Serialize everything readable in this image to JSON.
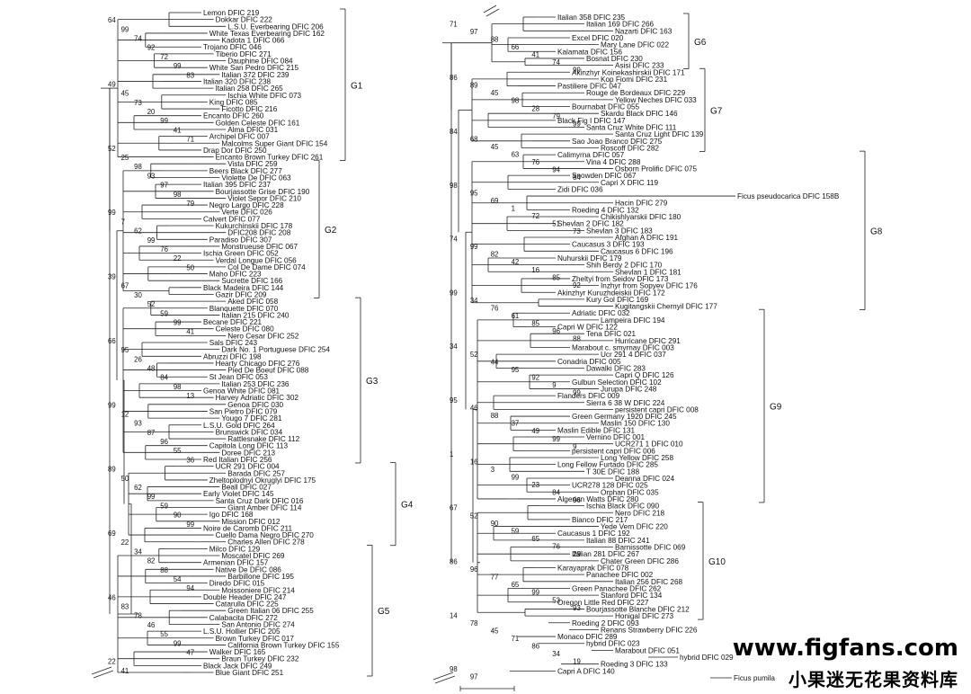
{
  "watermark": {
    "site": "www.figfans.com",
    "brand": "小果迷无花果资料库"
  },
  "tree": {
    "panels": [
      {
        "taxa": [
          "Lemon DFIC 219",
          "Dokkar DFIC 222",
          "L.S.U. Everbearing DFIC 206",
          "White Texas Everbearing DFIC 162",
          "Kadota 1 DFIC 066",
          "Trojano DFIC 046",
          "Tiberio DFIC 271",
          "Dauphine DFIC 084",
          "White San Pedro DFIC 215",
          "Italian 372 DFIC 239",
          "Italian 320 DFIC 238",
          "Italian 258 DFIC 265",
          "Ischia White DFIC 073",
          "King DFIC 085",
          "Ficotto DFIC 216",
          "Encanto DFIC 260",
          "Golden Celeste DFIC 161",
          "Alma DFIC 031",
          "Archipel DFIC 007",
          "Malcolms Super Giant DFIC 154",
          "Drap Dor DFIC 250",
          "Encanto Brown Turkey DFIC 261",
          "Vista DFIC 259",
          "Beers Black DFIC 277",
          "Violette De DFIC 063",
          "Italian 395 DFIC 237",
          "Bourjassotte Grise DFIC 190",
          "Violet Sepor DFIC 210",
          "Negro Largo DFIC 228",
          "Verte DFIC 026",
          "Calvert DFIC 077",
          "Kukurchinskii DFIC 178",
          "DFIC208 DFIC 208",
          "Paradiso DFIC 307",
          "Monstrueuse DFIC 067",
          "Ischia Green DFIC 052",
          "Verdal Longue DFIC 056",
          "Col De Dame DFIC 074",
          "Maho DFIC 223",
          "Sucrette DFIC 166",
          "Black Madeira DFIC 144",
          "Gazir DFIC 209",
          "Aked DFIC 058",
          "Blanquette DFIC 070",
          "Italian 215 DFIC 240",
          "Becane DFIC 221",
          "Celeste DFIC 080",
          "Nero Cesar DFIC 252",
          "Sals DFIC 243",
          "Dark No. 1 Portuguese DFIC 254",
          "Abruzzi DFIC 198",
          "Hearty Chicago DFIC 276",
          "Pied De Boeuf DFIC 088",
          "St Jean DFIC 053",
          "Italian 253 DFIC 236",
          "Genoa White DFIC 081",
          "Harvey Adriatic DFIC 302",
          "Genoa DFIC 030",
          "San Pietro DFIC 079",
          "Yougo 7 DFIC 281",
          "L.S.U. Gold DFIC 264",
          "Brunswick DFIC 034",
          "Rattlesnake DFIC 112",
          "Capitola Long DFIC 113",
          "Doree DFIC 213",
          "Red Italian DFIC 256",
          "UCR 291 DFIC 004",
          "Barada DFIC 257",
          "Zheltoplodnyi Okruglyi DFIC 175",
          "Beall DFIC 027",
          "Early Violet DFIC 145",
          "Santa Cruz Dark DFIC 016",
          "Giant Amber DFIC 114",
          "Igo DFIC 168",
          "Mission DFIC 012",
          "Noire de Caromb DFIC 211",
          "Cuello Dama Negro DFIC 270",
          "Charles Allen DFIC 278",
          "Milco DFIC 129",
          "Moscatel DFIC 269",
          "Armenian DFIC 157",
          "Native De DFIC 086",
          "Barbillone DFIC 195",
          "Diredo DFIC 015",
          "Moissoniere DFIC 214",
          "Double Header DFIC 247",
          "Catarulla DFIC 225",
          "Green Italian 06 DFIC 255",
          "Calabacita DFIC 272",
          "San Antonio DFIC 274",
          "L.S.U. Hollier DFIC 205",
          "Brown Turkey DFIC 017",
          "California Brown Turkey DFIC 155",
          "Walker DFIC 165",
          "Braun Turkey DFIC 232",
          "Black Jack DFIC 249",
          "Blue Giant DFIC 251"
        ],
        "groups": [
          {
            "label": "G1",
            "from": 0,
            "to": 21
          },
          {
            "label": "G2",
            "from": 22,
            "to": 41
          },
          {
            "label": "G3",
            "from": 42,
            "to": 65
          },
          {
            "label": "G4",
            "from": 66,
            "to": 77
          },
          {
            "label": "G5",
            "from": 78,
            "to": 96
          }
        ],
        "bootstrap": [
          "64",
          "99",
          "74",
          "92",
          "72",
          "99",
          "83",
          "49",
          "45",
          "73",
          "20",
          "99",
          "41",
          "71",
          "52",
          "25",
          "98",
          "93",
          "97",
          "98",
          "79",
          "99",
          "7",
          "62",
          "99",
          "76",
          "22",
          "50",
          "39",
          "67",
          "30",
          "52",
          "59",
          "99",
          "41",
          "66",
          "95",
          "26",
          "48",
          "84",
          "98",
          "13",
          "99",
          "12",
          "93",
          "87",
          "96",
          "55",
          "36",
          "89",
          "50",
          "62",
          "99",
          "59",
          "90",
          "99",
          "69",
          "22",
          "34",
          "82",
          "88",
          "54",
          "94",
          "46",
          "83",
          "78",
          "46",
          "55",
          "99",
          "47",
          "22",
          "41"
        ]
      },
      {
        "taxa": [
          "Italian 358 DFIC 235",
          "Italian 169 DFIC 266",
          "Nazarti DFIC 163",
          "Excel DFIC 020",
          "Mary Lane DFIC 022",
          "Kalamata DFIC 156",
          "Bosnat DFIC 230",
          "Asisi DFIC 233",
          "Akinzhyr Koinekashirskii DFIC 171",
          "Kop Fiomi DFIC 231",
          "Pastiliere DFIC 047",
          "Rouge de Bordeaux DFIC 229",
          "Yellow Neches DFIC 033",
          "Bournabat DFIC 055",
          "Skardu Black DFIC 146",
          "Black Fig I DFIC 147",
          "Santa Cruz White DFIC 111",
          "Santa Cruz Light DFIC 139",
          "Sao Joao Branco DFIC 275",
          "Roscoff DFIC 282",
          "Calimyrna DFIC 057",
          "Vina 4 DFIC 288",
          "Osborn Prolific DFIC 075",
          "Snowden DFIC 067",
          "Capri X DFIC 119",
          "Zidi DFIC 036",
          "Ficus pseudocarica DFIC 158B",
          "Hacin DFIC 279",
          "Roeding 4 DFIC 132",
          "Chikishlyarskii DFIC 180",
          "Shevlan 2 DFIC 182",
          "Shevlan 3 DFIC 183",
          "Afghan A DFIC 191",
          "Caucasus 3 DFIC 193",
          "Caucasus 6 DFIC 196",
          "Nuhurskii DFIC 179",
          "Shih Berdy 2 DFIC 170",
          "Shevlan 1 DFIC 181",
          "Zheltyi from Seidov DFIC 173",
          "Inzhyr from Sopyev DFIC 176",
          "Akinzhyr Kuruzhdeiskii DFIC 172",
          "Kury Gol DFIC 169",
          "Kugitangskii Chernyil DFIC 177",
          "Adriatic DFIC 032",
          "Lampeira DFIC 194",
          "Capri W DFIC 122",
          "Tena DFIC 021",
          "Hurricane DFIC 291",
          "Marabout c. smyrnay DFIC 003",
          "Ucr 291 4 DFIC 037",
          "Conadria DFIC 005",
          "Dawalki DFIC 283",
          "Capri Q DFIC 126",
          "Gulbun Selection DFIC 102",
          "Jurupa DFIC 248",
          "Flanders DFIC 009",
          "Sierra 6 38 W DFIC 224",
          "persistent capri DFIC 008",
          "Green Germany 1920 DFIC 245",
          "Maslin 150 DFIC 130",
          "Maslin Edible DFIC 131",
          "Vernino DFIC 001",
          "UCR271 1 DFIC 010",
          "persistent capri DFIC 006",
          "Long Yellow DFIC 258",
          "Long Fellow Furtado DFIC 285",
          "T 30E DFIC 188",
          "Deanna DFIC 024",
          "UCR278 128 DFIC 025",
          "Orphan DFIC 035",
          "Algerian Watts DFIC 280",
          "Ischia Black DFIC 090",
          "Nero DFIC 218",
          "Bianco DFIC 217",
          "Yede Vern DFIC 220",
          "Caucasus 1 DFIC 192",
          "Italian 88 DFIC 241",
          "Barnissotte DFIC 069",
          "Italian 281 DFIC 267",
          "Chater Green DFIC 286",
          "Karayaprak DFIC 078",
          "Panachee DFIC 002",
          "Italian 256 DFIC 268",
          "Green Panachee DFIC 262",
          "Stanford DFIC 134",
          "Oregon Little Red DFIC 227",
          "Bourjassotte Blanche DFIC 212",
          "Honigal DFIC 273",
          "Roeding 2 DFIC 093",
          "Renans Strawberry DFIC 226",
          "Monaco DFIC 289",
          "hybrid DFIC 023",
          "Marabout DFIC 051",
          "hybrid DFIC 029",
          "Roeding 3 DFIC 133",
          "Capri A DFIC 140",
          "Ficus pumila"
        ],
        "groups": [
          {
            "label": "G6",
            "from": 0,
            "to": 7
          },
          {
            "label": "G7",
            "from": 8,
            "to": 19
          },
          {
            "label": "G8",
            "from": 20,
            "to": 42
          },
          {
            "label": "G9",
            "from": 43,
            "to": 70
          },
          {
            "label": "G10",
            "from": 71,
            "to": 87
          }
        ],
        "bootstrap": [
          "71",
          "97",
          "88",
          "66",
          "41",
          "74",
          "99",
          "86",
          "89",
          "45",
          "98",
          "28",
          "79",
          "99",
          "84",
          "68",
          "45",
          "63",
          "76",
          "94",
          "84",
          "98",
          "95",
          "69",
          "1",
          "72",
          "51",
          "73",
          "74",
          "99",
          "82",
          "42",
          "16",
          "85",
          "92",
          "99",
          "34",
          "76",
          "61",
          "85",
          "96",
          "88",
          "34",
          "52",
          "44",
          "95",
          "92",
          "9",
          "99",
          "95",
          "46",
          "88",
          "37",
          "49",
          "99",
          "9",
          "1",
          "16",
          "3",
          "99",
          "23",
          "84",
          "96",
          "67",
          "52",
          "90",
          "59",
          "65",
          "76",
          "29",
          "86",
          "96",
          "77",
          "65",
          "99",
          "53",
          "93",
          "14",
          "78",
          "45",
          "71",
          "86",
          "34",
          "19",
          "98",
          "97"
        ]
      }
    ]
  }
}
